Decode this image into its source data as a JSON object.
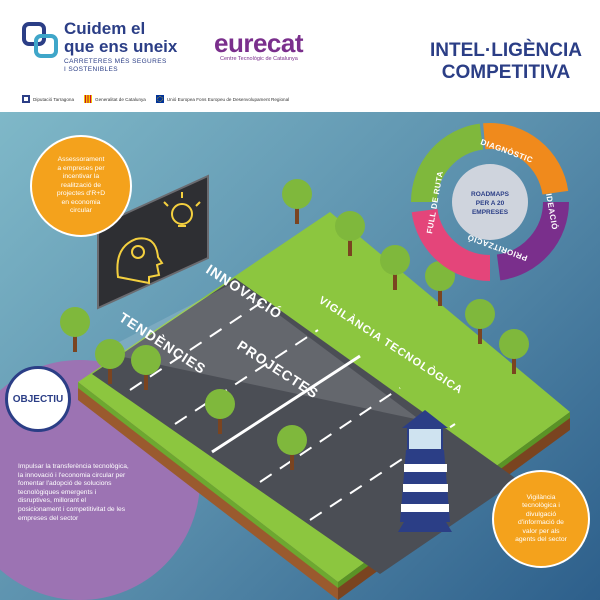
{
  "header": {
    "brand_title_lines": [
      "Cuidem el",
      "que ens uneix"
    ],
    "brand_sub_lines": [
      "CARRETERES MÉS SEGURES",
      "I SOSTENIBLES"
    ],
    "partner_name": "eurecat",
    "partner_sub": "Centre Tecnològic de Catalunya",
    "sponsors": [
      {
        "label": "Diputació Tarragona",
        "icon": "diputacio-logo"
      },
      {
        "label": "Generalitat de Catalunya",
        "icon": "generalitat-logo"
      },
      {
        "label": "Unió Europea Fons Europeu de Desenvolupament Regional",
        "icon": "eu-flag-logo"
      }
    ],
    "title_lines": [
      "INTEL·LIGÈNCIA",
      "COMPETITIVA"
    ]
  },
  "callouts": {
    "top_left_lines": [
      "Assessorament",
      "a empreses per",
      "incentivar la",
      "realització de",
      "projectes d'R+D",
      "en economia",
      "circular"
    ],
    "bottom_right_lines": [
      "Vigilància",
      "tecnològica i",
      "divulgació",
      "d'informació de",
      "valor per als",
      "agents del sector"
    ]
  },
  "objective": {
    "label": "OBJECTIU",
    "text_lines": [
      "Impulsar la transferència tecnològica,",
      "la innovació i l'economia circular per",
      "fomentar l'adopció de solucions",
      "tecnològiques emergents i",
      "disruptives, millorant el",
      "posicionament i competitivitat de les",
      "empreses del sector"
    ]
  },
  "road": {
    "labels": [
      "INNOVACIÓ",
      "VIGILÀNCIA TECNOLÒGICA",
      "TENDÈNCIES",
      "PROJECTES"
    ]
  },
  "cycle": {
    "center_lines": [
      "ROADMAPS",
      "PER A 20",
      "EMPRESES"
    ],
    "steps": [
      "DIAGNÒSTIC",
      "IDEACIÓ",
      "PRIORITZACIÓ",
      "FULL DE RUTA"
    ]
  },
  "colors": {
    "brand_blue": "#2b3e86",
    "purple": "#7a2f8c",
    "orange": "#f4a21c",
    "green": "#7fb83c",
    "road": "#4b4e55"
  }
}
